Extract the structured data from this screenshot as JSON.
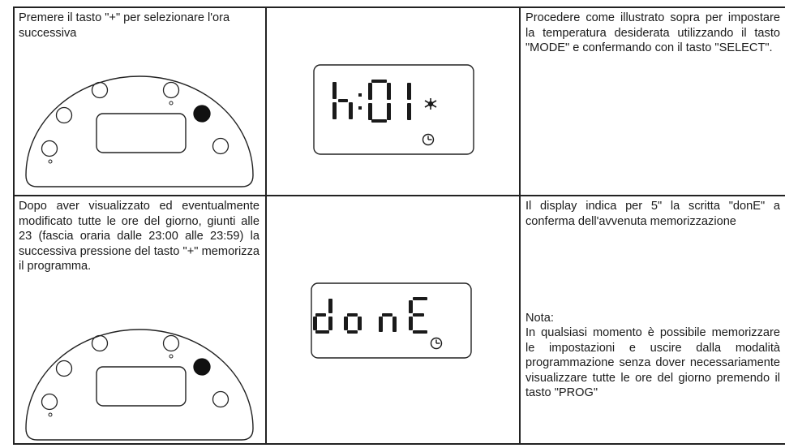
{
  "rows": [
    {
      "left_text": "Premere il tasto \"+\" per selezionare l'ora successiva",
      "display": {
        "chars": [
          "h",
          ":",
          "0",
          "1"
        ],
        "icons": [
          "snowflake-icon",
          "clock-icon"
        ]
      },
      "right_text": "Procedere come illustrato sopra per impostare la temperatura desiderata utilizzando il tasto \"MODE\" e confermando con il tasto \"SELECT\"."
    },
    {
      "left_text": "Dopo aver visualizzato ed eventualmente modificato tutte le ore del giorno, giunti alle 23 (fascia oraria dalle 23:00 alle 23:59) la successiva pressione del tasto \"+\" memorizza il programma.",
      "display": {
        "chars": [
          "d",
          "o",
          "n",
          "E"
        ],
        "icons": [
          "clock-icon"
        ]
      },
      "right_text": "Il display indica per 5\" la scritta \"donE\" a conferma dell'avvenuta memorizzazione",
      "note_label": "Nota:",
      "note_text": "In qualsiasi momento è possibile memorizzare le impostazioni e uscire dalla modalità programmazione senza dover necessariamente visualizzare tutte le ore del giorno premendo il tasto \"PROG\""
    }
  ],
  "colors": {
    "border": "#222222",
    "text": "#1a1a1a",
    "indicator_button": "#111111"
  }
}
